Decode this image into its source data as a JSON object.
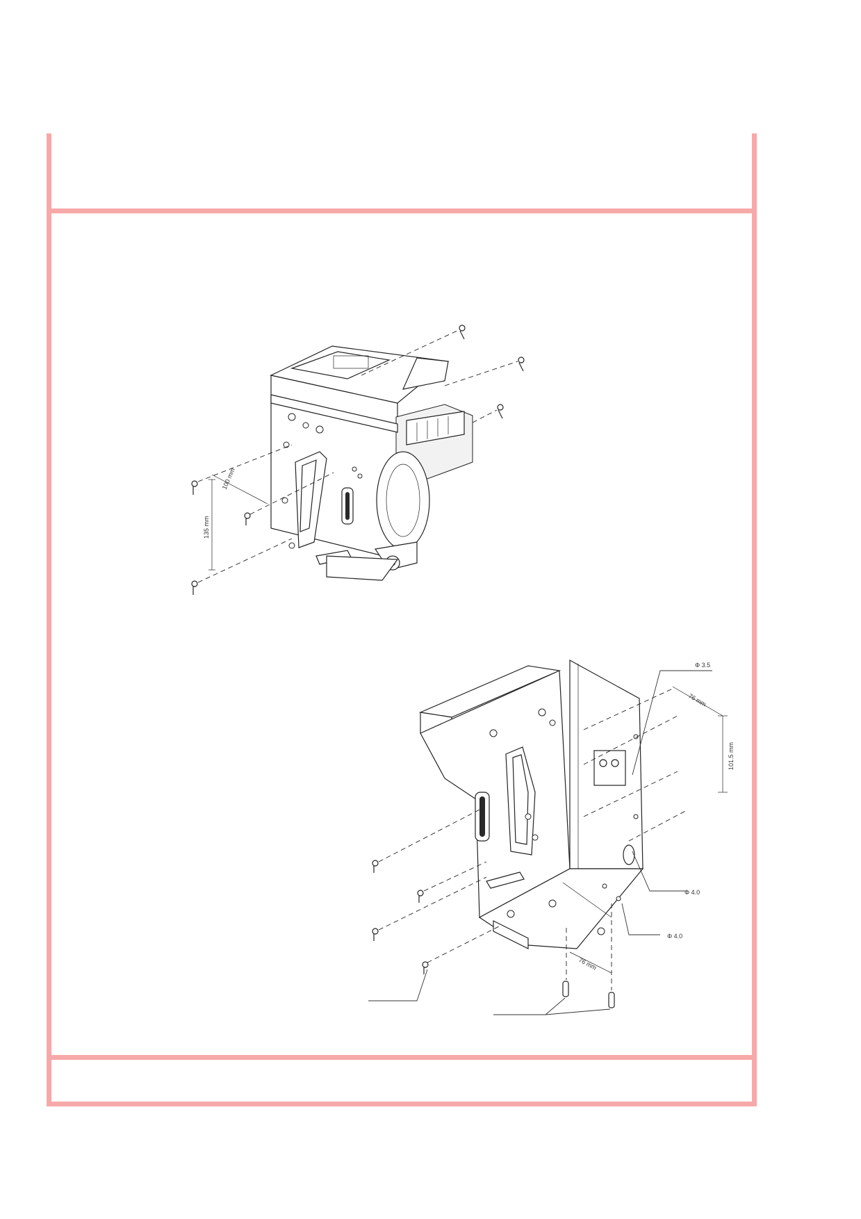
{
  "document": {
    "frame_color": "#f7a8a8",
    "figure_top": {
      "dimensions": {
        "horizontal": "100 mm",
        "vertical": "135 mm"
      }
    },
    "figure_bottom": {
      "dimensions": {
        "hole_top": "Φ 3.5",
        "horizontal_top": "76 mm",
        "vertical": "101.5 mm",
        "hole_side": "Φ 4.0",
        "hole_base": "Φ 4.0",
        "horizontal_base": "76 mm"
      }
    }
  }
}
